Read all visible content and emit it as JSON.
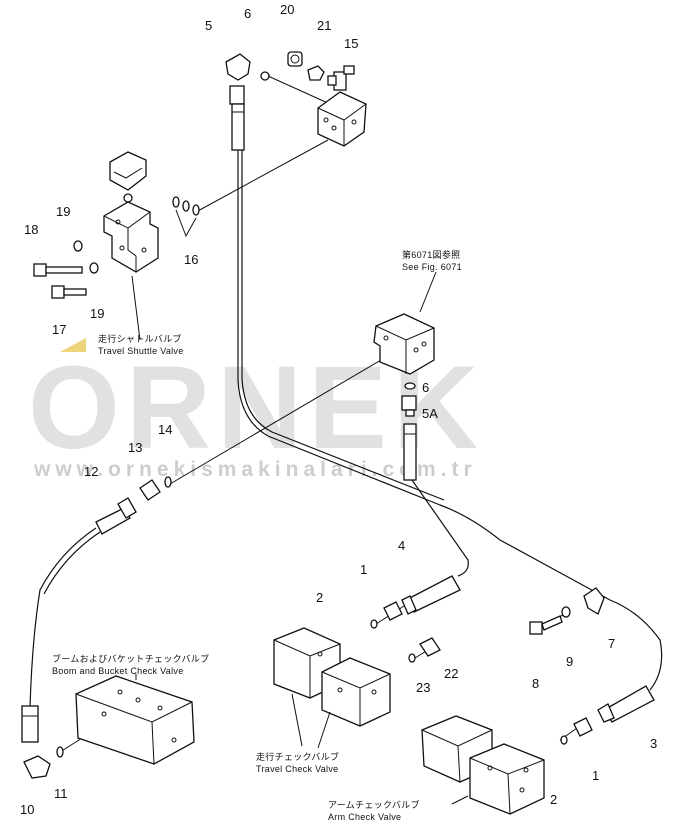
{
  "labels": {
    "n1a": "1",
    "n1b": "1",
    "n2a": "2",
    "n2b": "2",
    "n3": "3",
    "n4": "4",
    "n5": "5",
    "n5a": "5A",
    "n6a": "6",
    "n6b": "6",
    "n7": "7",
    "n8": "8",
    "n9": "9",
    "n10": "10",
    "n11": "11",
    "n12": "12",
    "n13": "13",
    "n14": "14",
    "n15": "15",
    "n16": "16",
    "n17": "17",
    "n18": "18",
    "n19a": "19",
    "n19b": "19",
    "n20": "20",
    "n21": "21",
    "n22": "22",
    "n23": "23"
  },
  "captions": {
    "see_fig_jp": "第6071図参照",
    "see_fig_en": "See Fig. 6071",
    "shuttle_jp": "走行シャトルバルブ",
    "shuttle_en": "Travel Shuttle Valve",
    "boom_jp": "ブームおよびバケットチェックバルブ",
    "boom_en": "Boom and Bucket Check Valve",
    "travel_check_jp": "走行チェックバルブ",
    "travel_check_en": "Travel Check Valve",
    "arm_jp": "アームチェックバルブ",
    "arm_en": "Arm Check Valve"
  },
  "watermark": {
    "brand": "ORNEK",
    "url": "www.ornekismakinalari.com.tr"
  },
  "colors": {
    "line": "#111111",
    "watermark": "#c9c9c9",
    "accent_triangle": "#e8c95a"
  }
}
